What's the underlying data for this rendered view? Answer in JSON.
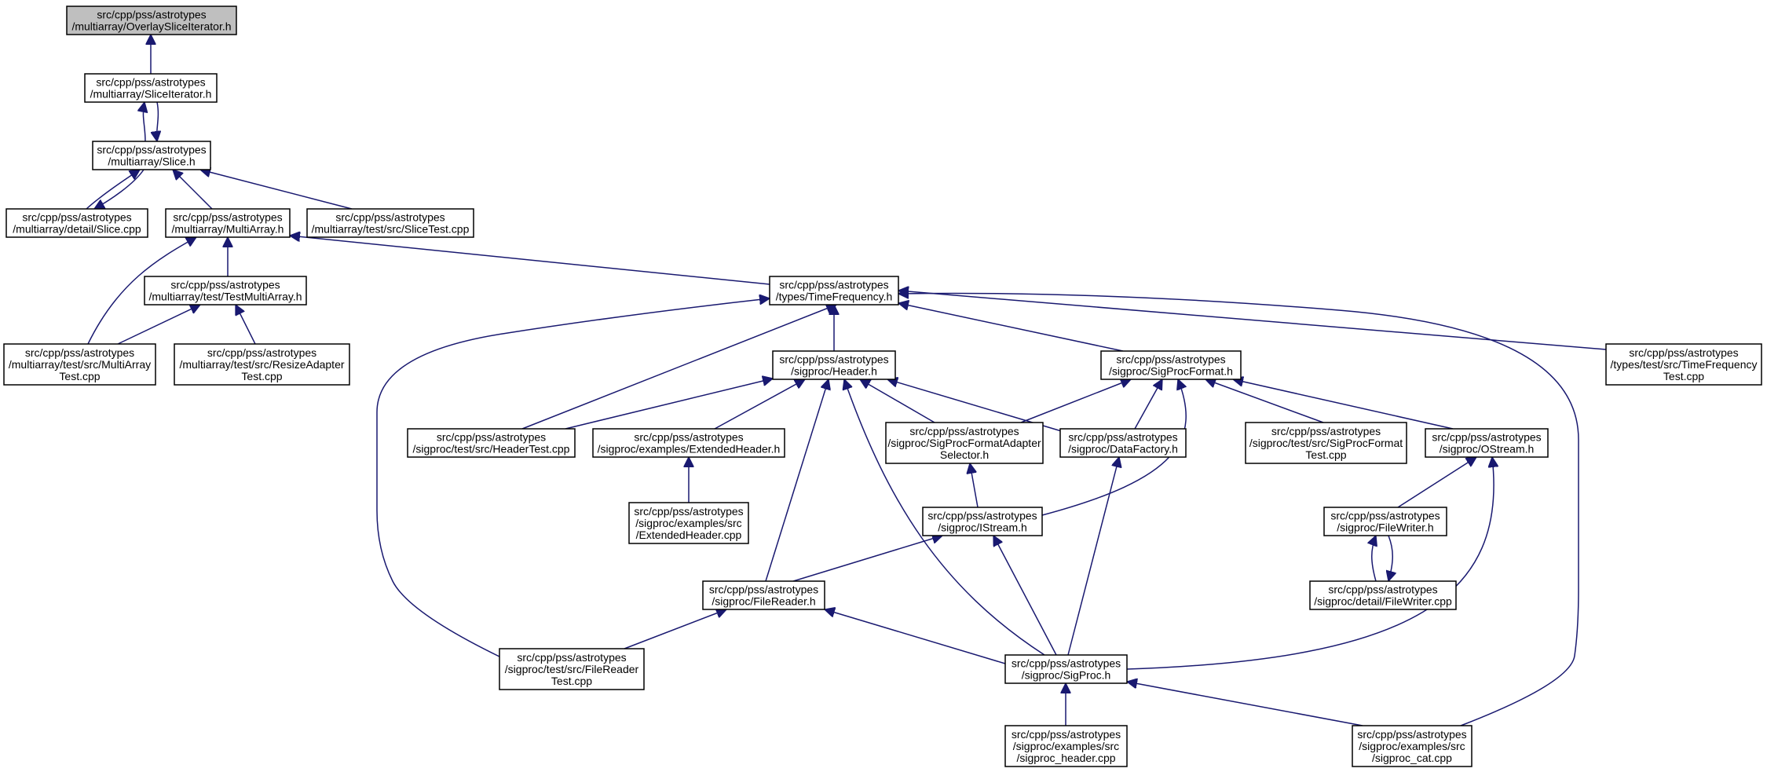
{
  "colors": {
    "edge": "#191970",
    "node_border": "#000000",
    "highlight_fill": "#bfbfbf",
    "node_fill": "#ffffff"
  },
  "nodes": [
    {
      "id": "overlay_slice_iterator",
      "lines": [
        "src/cpp/pss/astrotypes",
        "/multiarray/OverlaySliceIterator.h"
      ],
      "highlight": true
    },
    {
      "id": "slice_iterator",
      "lines": [
        "src/cpp/pss/astrotypes",
        "/multiarray/SliceIterator.h"
      ]
    },
    {
      "id": "slice_h",
      "lines": [
        "src/cpp/pss/astrotypes",
        "/multiarray/Slice.h"
      ]
    },
    {
      "id": "detail_slice",
      "lines": [
        "src/cpp/pss/astrotypes",
        "/multiarray/detail/Slice.cpp"
      ]
    },
    {
      "id": "multiarray_h",
      "lines": [
        "src/cpp/pss/astrotypes",
        "/multiarray/MultiArray.h"
      ]
    },
    {
      "id": "slice_test",
      "lines": [
        "src/cpp/pss/astrotypes",
        "/multiarray/test/src/SliceTest.cpp"
      ]
    },
    {
      "id": "test_multiarray_h",
      "lines": [
        "src/cpp/pss/astrotypes",
        "/multiarray/test/TestMultiArray.h"
      ]
    },
    {
      "id": "multiarray_test",
      "lines": [
        "src/cpp/pss/astrotypes",
        "/multiarray/test/src/MultiArray",
        "Test.cpp"
      ]
    },
    {
      "id": "resize_adapter_test",
      "lines": [
        "src/cpp/pss/astrotypes",
        "/multiarray/test/src/ResizeAdapter",
        "Test.cpp"
      ]
    },
    {
      "id": "time_frequency_h",
      "lines": [
        "src/cpp/pss/astrotypes",
        "/types/TimeFrequency.h"
      ]
    },
    {
      "id": "header_h",
      "lines": [
        "src/cpp/pss/astrotypes",
        "/sigproc/Header.h"
      ]
    },
    {
      "id": "sigproc_format_h",
      "lines": [
        "src/cpp/pss/astrotypes",
        "/sigproc/SigProcFormat.h"
      ]
    },
    {
      "id": "time_frequency_test",
      "lines": [
        "src/cpp/pss/astrotypes",
        "/types/test/src/TimeFrequency",
        "Test.cpp"
      ]
    },
    {
      "id": "header_test",
      "lines": [
        "src/cpp/pss/astrotypes",
        "/sigproc/test/src/HeaderTest.cpp"
      ]
    },
    {
      "id": "extended_header_h",
      "lines": [
        "src/cpp/pss/astrotypes",
        "/sigproc/examples/ExtendedHeader.h"
      ]
    },
    {
      "id": "format_adapter_selector",
      "lines": [
        "src/cpp/pss/astrotypes",
        "/sigproc/SigProcFormatAdapter",
        "Selector.h"
      ]
    },
    {
      "id": "data_factory",
      "lines": [
        "src/cpp/pss/astrotypes",
        "/sigproc/DataFactory.h"
      ]
    },
    {
      "id": "sigproc_format_test",
      "lines": [
        "src/cpp/pss/astrotypes",
        "/sigproc/test/src/SigProcFormat",
        "Test.cpp"
      ]
    },
    {
      "id": "ostream_h",
      "lines": [
        "src/cpp/pss/astrotypes",
        "/sigproc/OStream.h"
      ]
    },
    {
      "id": "extended_header_cpp",
      "lines": [
        "src/cpp/pss/astrotypes",
        "/sigproc/examples/src",
        "/ExtendedHeader.cpp"
      ]
    },
    {
      "id": "istream_h",
      "lines": [
        "src/cpp/pss/astrotypes",
        "/sigproc/IStream.h"
      ]
    },
    {
      "id": "filewriter_h",
      "lines": [
        "src/cpp/pss/astrotypes",
        "/sigproc/FileWriter.h"
      ]
    },
    {
      "id": "filereader_h",
      "lines": [
        "src/cpp/pss/astrotypes",
        "/sigproc/FileReader.h"
      ]
    },
    {
      "id": "filewriter_cpp",
      "lines": [
        "src/cpp/pss/astrotypes",
        "/sigproc/detail/FileWriter.cpp"
      ]
    },
    {
      "id": "filereader_test",
      "lines": [
        "src/cpp/pss/astrotypes",
        "/sigproc/test/src/FileReader",
        "Test.cpp"
      ]
    },
    {
      "id": "sigproc_h",
      "lines": [
        "src/cpp/pss/astrotypes",
        "/sigproc/SigProc.h"
      ]
    },
    {
      "id": "sigproc_header_cpp",
      "lines": [
        "src/cpp/pss/astrotypes",
        "/sigproc/examples/src",
        "/sigproc_header.cpp"
      ]
    },
    {
      "id": "sigproc_cat_cpp",
      "lines": [
        "src/cpp/pss/astrotypes",
        "/sigproc/examples/src",
        "/sigproc_cat.cpp"
      ]
    }
  ],
  "edges": [
    {
      "from": "slice_iterator",
      "to": "overlay_slice_iterator"
    },
    {
      "from": "slice_h",
      "to": "slice_iterator"
    },
    {
      "from": "slice_iterator",
      "to": "slice_h"
    },
    {
      "from": "detail_slice",
      "to": "slice_h"
    },
    {
      "from": "slice_h",
      "to": "detail_slice"
    },
    {
      "from": "multiarray_h",
      "to": "slice_h"
    },
    {
      "from": "slice_test",
      "to": "slice_h"
    },
    {
      "from": "test_multiarray_h",
      "to": "multiarray_h"
    },
    {
      "from": "multiarray_test",
      "to": "multiarray_h"
    },
    {
      "from": "time_frequency_h",
      "to": "multiarray_h"
    },
    {
      "from": "multiarray_test",
      "to": "test_multiarray_h"
    },
    {
      "from": "resize_adapter_test",
      "to": "test_multiarray_h"
    },
    {
      "from": "header_h",
      "to": "time_frequency_h"
    },
    {
      "from": "sigproc_format_h",
      "to": "time_frequency_h"
    },
    {
      "from": "time_frequency_test",
      "to": "time_frequency_h"
    },
    {
      "from": "header_test",
      "to": "time_frequency_h"
    },
    {
      "from": "filereader_test",
      "to": "time_frequency_h"
    },
    {
      "from": "sigproc_cat_cpp",
      "to": "time_frequency_h"
    },
    {
      "from": "header_test",
      "to": "header_h"
    },
    {
      "from": "extended_header_h",
      "to": "header_h"
    },
    {
      "from": "format_adapter_selector",
      "to": "header_h"
    },
    {
      "from": "data_factory",
      "to": "header_h"
    },
    {
      "from": "filereader_h",
      "to": "header_h"
    },
    {
      "from": "sigproc_h",
      "to": "header_h"
    },
    {
      "from": "format_adapter_selector",
      "to": "sigproc_format_h"
    },
    {
      "from": "data_factory",
      "to": "sigproc_format_h"
    },
    {
      "from": "sigproc_format_test",
      "to": "sigproc_format_h"
    },
    {
      "from": "ostream_h",
      "to": "sigproc_format_h"
    },
    {
      "from": "istream_h",
      "to": "sigproc_format_h"
    },
    {
      "from": "extended_header_cpp",
      "to": "extended_header_h"
    },
    {
      "from": "istream_h",
      "to": "format_adapter_selector"
    },
    {
      "from": "sigproc_h",
      "to": "data_factory"
    },
    {
      "from": "filewriter_h",
      "to": "ostream_h"
    },
    {
      "from": "sigproc_h",
      "to": "ostream_h"
    },
    {
      "from": "filereader_h",
      "to": "istream_h"
    },
    {
      "from": "sigproc_h",
      "to": "istream_h"
    },
    {
      "from": "filewriter_cpp",
      "to": "filewriter_h"
    },
    {
      "from": "filewriter_h",
      "to": "filewriter_cpp"
    },
    {
      "from": "filereader_test",
      "to": "filereader_h"
    },
    {
      "from": "sigproc_h",
      "to": "filereader_h"
    },
    {
      "from": "sigproc_header_cpp",
      "to": "sigproc_h"
    },
    {
      "from": "sigproc_cat_cpp",
      "to": "sigproc_h"
    }
  ]
}
